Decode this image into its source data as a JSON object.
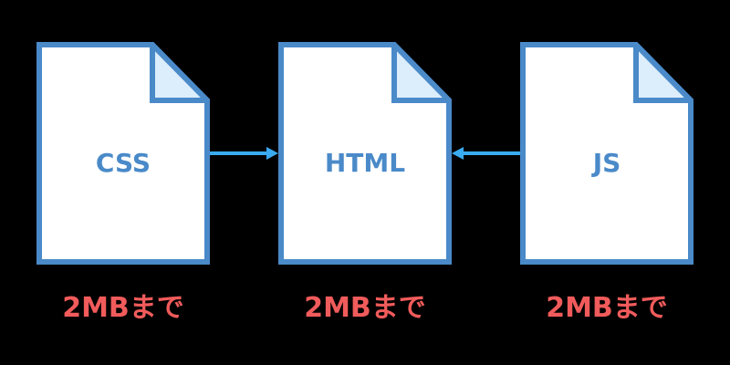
{
  "colors": {
    "background": "#000000",
    "doc_border": "#4a8ac9",
    "doc_fill": "#ffffff",
    "fold_fill": "#dcedfb",
    "arrow": "#3aabf0",
    "limit_text": "#f15b5b"
  },
  "documents": [
    {
      "label": "CSS",
      "limit": "2MBまで"
    },
    {
      "label": "HTML",
      "limit": "2MBまで"
    },
    {
      "label": "JS",
      "limit": "2MBまで"
    }
  ],
  "arrows": [
    {
      "from": "CSS",
      "to": "HTML"
    },
    {
      "from": "JS",
      "to": "HTML"
    }
  ]
}
